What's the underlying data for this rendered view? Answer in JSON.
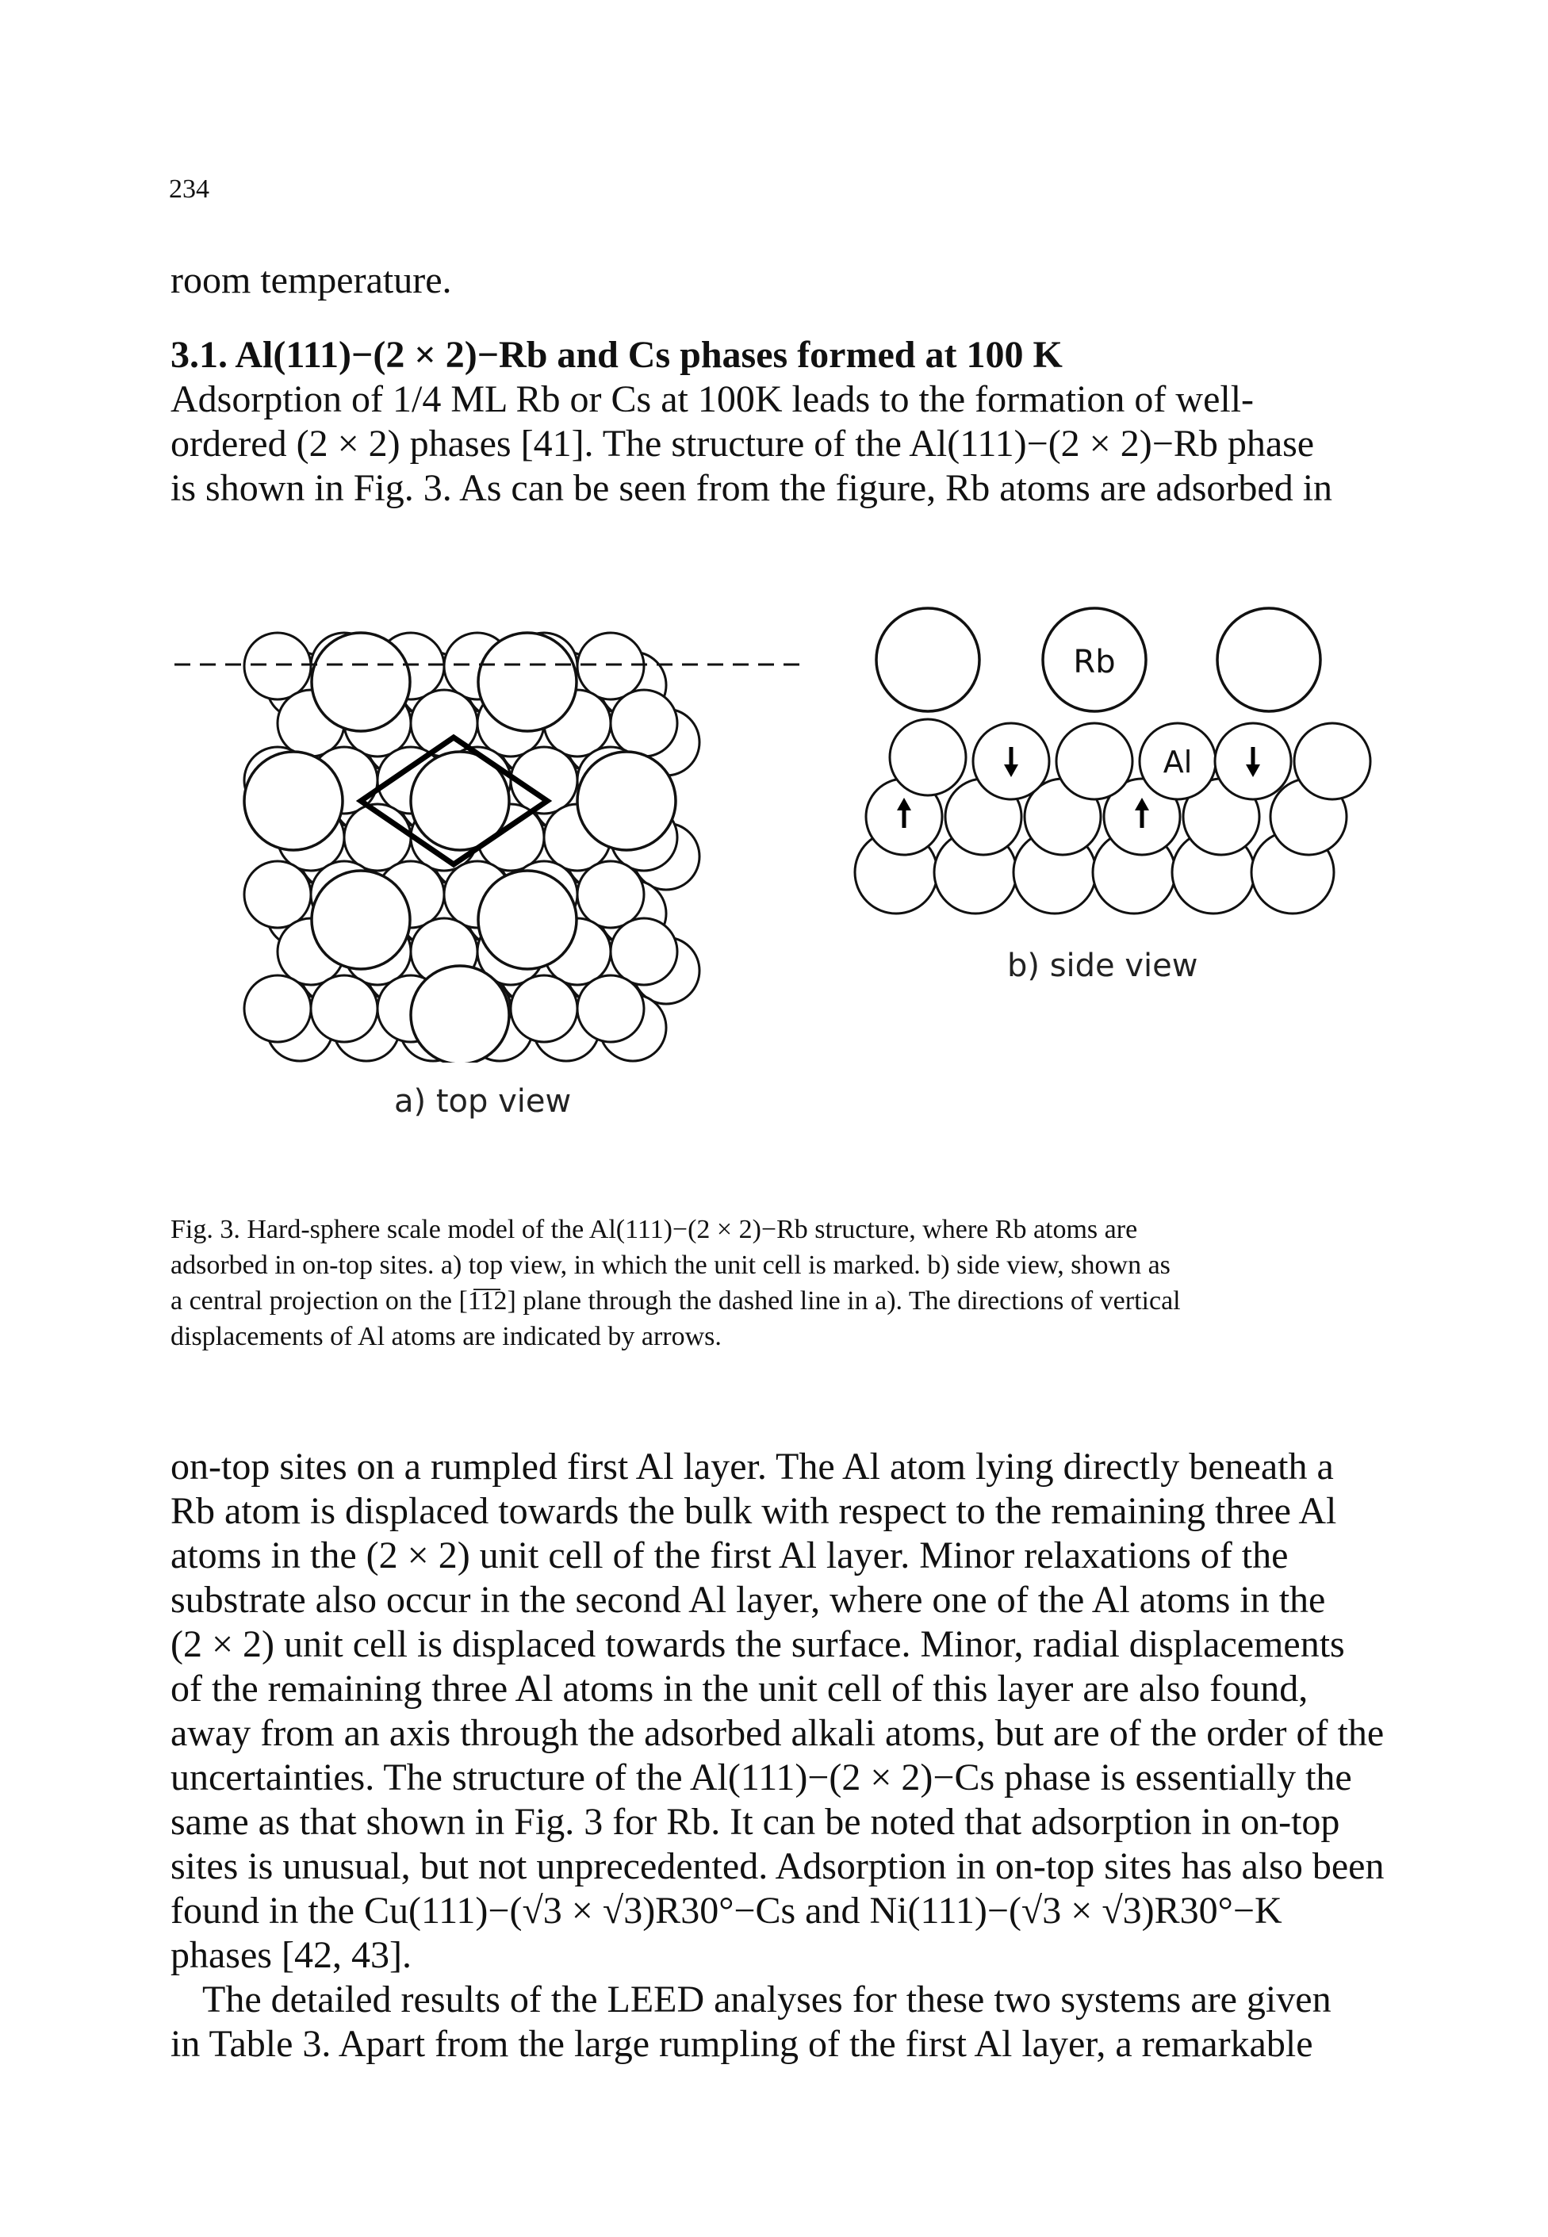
{
  "page_number": "234",
  "intro_line": "room temperature.",
  "section": {
    "heading": "3.1. Al(111)−(2 × 2)−Rb and Cs phases formed at 100 K",
    "lines": [
      "Adsorption of 1/4 ML Rb or Cs at 100K leads to the formation of well-",
      "ordered (2 × 2) phases [41]. The structure of the Al(111)−(2 × 2)−Rb phase",
      "is shown in Fig. 3. As can be seen from the figure, Rb atoms are adsorbed in"
    ]
  },
  "figure": {
    "top_view_label": "a) top view",
    "side_view_label": "b) side view",
    "atom_labels": {
      "rb": "Rb",
      "al": "Al"
    },
    "caption_lines": [
      "Fig. 3. Hard-sphere scale model of the Al(111)−(2 × 2)−Rb structure, where Rb atoms are",
      "adsorbed in on-top sites. a) top view, in which the unit cell is marked. b) side view, shown as",
      "a central projection on the [1̅1̅2] plane through the dashed line in a). The directions of vertical",
      "displacements of Al atoms are indicated by arrows."
    ]
  },
  "paragraph_1": [
    "on-top sites on a rumpled first Al layer. The Al atom lying directly beneath a",
    "Rb atom is displaced towards the bulk with respect to the remaining three Al",
    "atoms in the (2 × 2) unit cell of the first Al layer. Minor relaxations of the",
    "substrate also occur in the second Al layer, where one of the Al atoms in the",
    "(2 × 2) unit cell is displaced towards the surface. Minor, radial displacements",
    "of the remaining three Al atoms in the unit cell of this layer are also found,",
    "away from an axis through the adsorbed alkali atoms, but are of the order of the",
    "uncertainties. The structure of the Al(111)−(2 × 2)−Cs phase is essentially the",
    "same as that shown in Fig. 3 for Rb. It can be noted that adsorption in on-top",
    "sites is unusual, but not unprecedented. Adsorption in on-top sites has also been",
    "found in the Cu(111)−(√3 × √3)R30°−Cs and Ni(111)−(√3 × √3)R30°−K",
    "phases [42, 43]."
  ],
  "paragraph_2": [
    "The detailed results of the LEED analyses for these two systems are given",
    "in Table 3. Apart from the large rumpling of the first Al layer, a remarkable"
  ]
}
